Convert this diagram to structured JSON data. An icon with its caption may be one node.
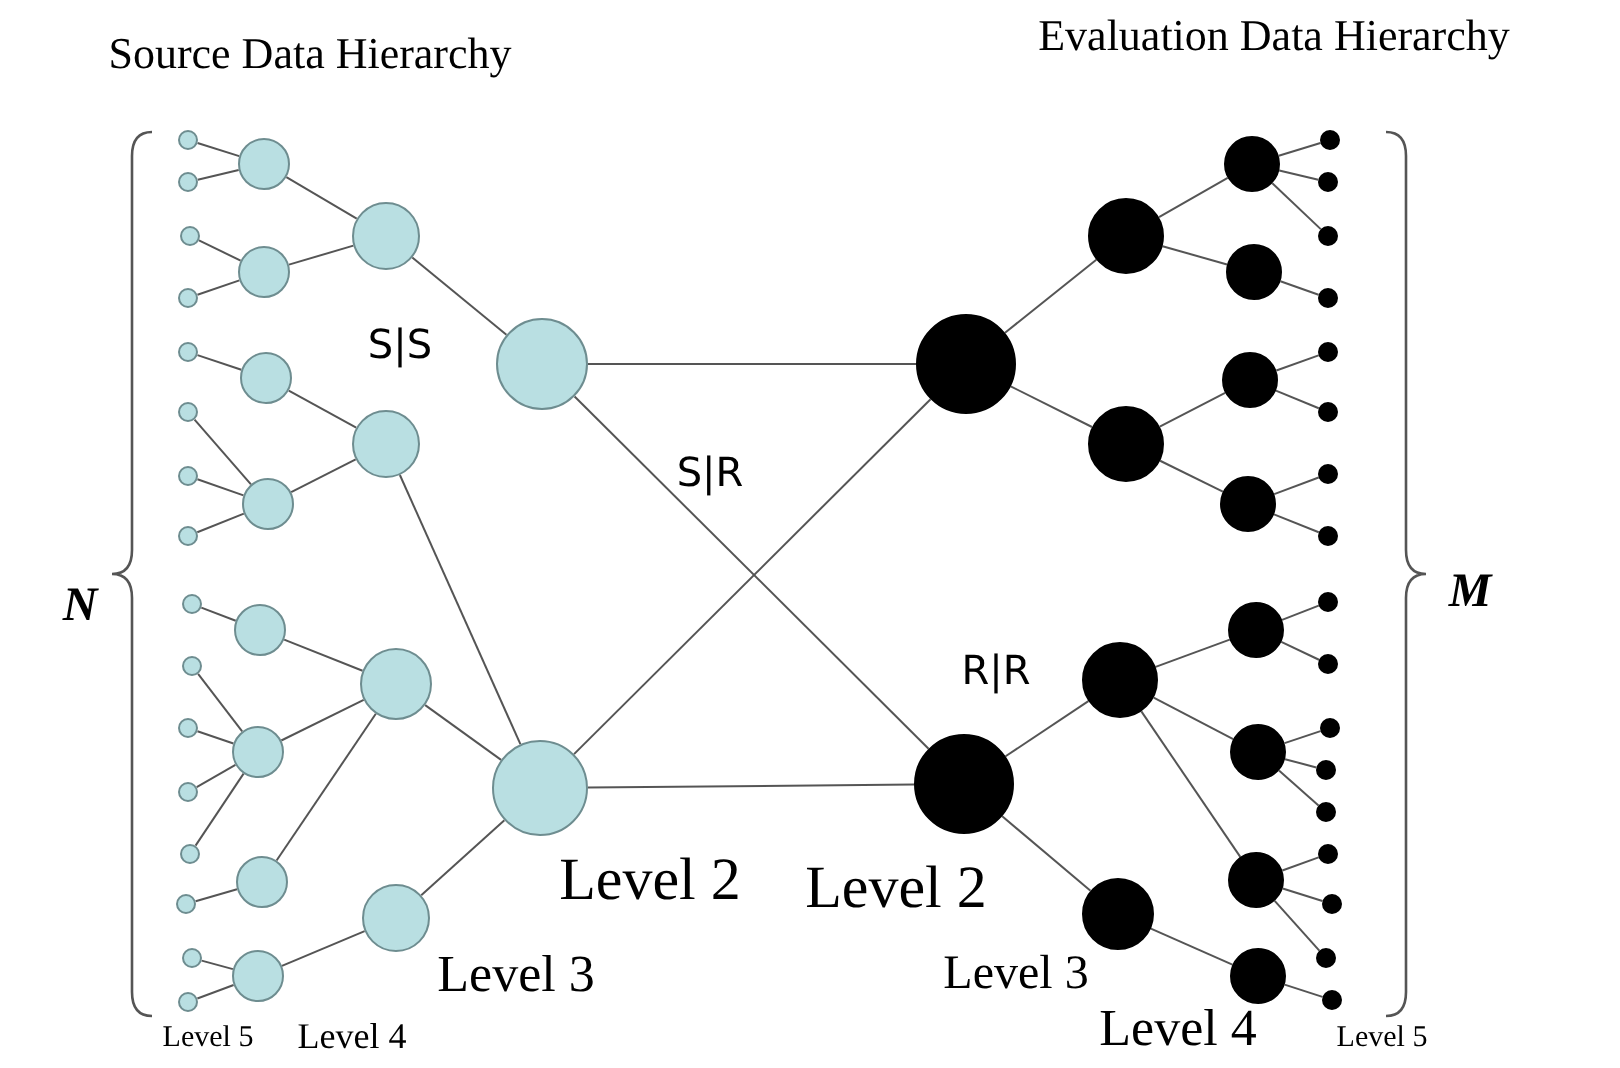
{
  "diagram": {
    "nodes": [
      {
        "text": [],
        "shape": "circle"
      },
      {
        "text": [],
        "shape": "circle"
      },
      {
        "text": [],
        "shape": "circle"
      },
      {
        "text": [],
        "shape": "circle"
      },
      {
        "text": [],
        "shape": "circle"
      },
      {
        "text": [],
        "shape": "circle"
      },
      {
        "text": [],
        "shape": "circle"
      },
      {
        "text": [],
        "shape": "circle"
      },
      {
        "text": [],
        "shape": "circle"
      },
      {
        "text": [],
        "shape": "circle"
      },
      {
        "text": [],
        "shape": "circle"
      },
      {
        "text": [],
        "shape": "circle"
      },
      {
        "text": [],
        "shape": "circle"
      },
      {
        "text": [],
        "shape": "circle"
      },
      {
        "text": [],
        "shape": "circle"
      },
      {
        "text": [],
        "shape": "circle"
      },
      {
        "text": [],
        "shape": "circle"
      },
      {
        "text": [],
        "shape": "circle"
      },
      {
        "text": [],
        "shape": "circle"
      },
      {
        "text": [],
        "shape": "circle"
      },
      {
        "text": [],
        "shape": "circle"
      },
      {
        "text": [],
        "shape": "circle"
      },
      {
        "text": [],
        "shape": "circle"
      },
      {
        "text": [],
        "shape": "circle"
      },
      {
        "text": [],
        "shape": "circle"
      },
      {
        "text": [],
        "shape": "circle"
      },
      {
        "text": [],
        "shape": "circle"
      },
      {
        "text": [],
        "shape": "circle"
      },
      {
        "text": [],
        "shape": "circle"
      },
      {
        "text": [],
        "shape": "circle"
      },
      {
        "text": [],
        "shape": "circle"
      },
      {
        "text": [],
        "shape": "circle"
      },
      {
        "text": [],
        "shape": "circle"
      },
      {
        "text": [],
        "shape": "circle"
      },
      {
        "text": [],
        "shape": "circle"
      },
      {
        "text": [],
        "shape": "circle"
      },
      {
        "text": [],
        "shape": "circle"
      },
      {
        "text": [],
        "shape": "circle"
      },
      {
        "text": [],
        "shape": "circle"
      },
      {
        "text": [],
        "shape": "circle"
      },
      {
        "text": [],
        "shape": "circle"
      },
      {
        "text": [],
        "shape": "circle"
      },
      {
        "text": [],
        "shape": "circle"
      },
      {
        "text": [],
        "shape": "circle"
      },
      {
        "text": [],
        "shape": "circle"
      },
      {
        "text": [],
        "shape": "circle"
      },
      {
        "text": [],
        "shape": "circle"
      },
      {
        "text": [],
        "shape": "circle"
      },
      {
        "text": [],
        "shape": "circle"
      },
      {
        "text": [],
        "shape": "circle"
      },
      {
        "text": [],
        "shape": "circle"
      },
      {
        "text": [],
        "shape": "circle"
      },
      {
        "text": [],
        "shape": "circle"
      },
      {
        "text": [],
        "shape": "circle"
      },
      {
        "text": [],
        "shape": "circle"
      },
      {
        "text": [],
        "shape": "circle"
      },
      {
        "text": [],
        "shape": "circle"
      },
      {
        "text": [],
        "shape": "circle"
      },
      {
        "text": [],
        "shape": "circle"
      },
      {
        "text": [],
        "shape": "circle"
      },
      {
        "text": [],
        "shape": "circle"
      }
    ],
    "edges": [
      {
        "from": 0,
        "to": 30,
        "arrow": "none"
      },
      {
        "from": 0,
        "to": 31,
        "arrow": "none"
      },
      {
        "from": 1,
        "to": 30,
        "arrow": "none"
      },
      {
        "from": 1,
        "to": 31,
        "arrow": "none"
      },
      {
        "from": 0,
        "to": 2,
        "arrow": "none"
      },
      {
        "from": 1,
        "to": 3,
        "arrow": "none"
      },
      {
        "from": 1,
        "to": 4,
        "arrow": "none"
      },
      {
        "from": 1,
        "to": 5,
        "arrow": "none"
      },
      {
        "from": 2,
        "to": 6,
        "arrow": "none"
      },
      {
        "from": 2,
        "to": 7,
        "arrow": "none"
      },
      {
        "from": 3,
        "to": 8,
        "arrow": "none"
      },
      {
        "from": 3,
        "to": 9,
        "arrow": "none"
      },
      {
        "from": 4,
        "to": 10,
        "arrow": "none"
      },
      {
        "from": 4,
        "to": 11,
        "arrow": "none"
      },
      {
        "from": 4,
        "to": 12,
        "arrow": "none"
      },
      {
        "from": 5,
        "to": 13,
        "arrow": "none"
      },
      {
        "from": 6,
        "to": 14,
        "arrow": "none"
      },
      {
        "from": 6,
        "to": 15,
        "arrow": "none"
      },
      {
        "from": 7,
        "to": 16,
        "arrow": "none"
      },
      {
        "from": 7,
        "to": 17,
        "arrow": "none"
      },
      {
        "from": 8,
        "to": 18,
        "arrow": "none"
      },
      {
        "from": 9,
        "to": 19,
        "arrow": "none"
      },
      {
        "from": 9,
        "to": 20,
        "arrow": "none"
      },
      {
        "from": 9,
        "to": 21,
        "arrow": "none"
      },
      {
        "from": 10,
        "to": 22,
        "arrow": "none"
      },
      {
        "from": 11,
        "to": 23,
        "arrow": "none"
      },
      {
        "from": 11,
        "to": 24,
        "arrow": "none"
      },
      {
        "from": 11,
        "to": 25,
        "arrow": "none"
      },
      {
        "from": 11,
        "to": 26,
        "arrow": "none"
      },
      {
        "from": 12,
        "to": 27,
        "arrow": "none"
      },
      {
        "from": 13,
        "to": 28,
        "arrow": "none"
      },
      {
        "from": 13,
        "to": 29,
        "arrow": "none"
      },
      {
        "from": 30,
        "to": 32,
        "arrow": "none"
      },
      {
        "from": 30,
        "to": 33,
        "arrow": "none"
      },
      {
        "from": 31,
        "to": 34,
        "arrow": "none"
      },
      {
        "from": 31,
        "to": 35,
        "arrow": "none"
      },
      {
        "from": 32,
        "to": 36,
        "arrow": "none"
      },
      {
        "from": 32,
        "to": 37,
        "arrow": "none"
      },
      {
        "from": 33,
        "to": 38,
        "arrow": "none"
      },
      {
        "from": 33,
        "to": 39,
        "arrow": "none"
      },
      {
        "from": 34,
        "to": 40,
        "arrow": "none"
      },
      {
        "from": 34,
        "to": 41,
        "arrow": "none"
      },
      {
        "from": 34,
        "to": 42,
        "arrow": "none"
      },
      {
        "from": 35,
        "to": 43,
        "arrow": "none"
      },
      {
        "from": 36,
        "to": 44,
        "arrow": "none"
      },
      {
        "from": 36,
        "to": 45,
        "arrow": "none"
      },
      {
        "from": 36,
        "to": 46,
        "arrow": "none"
      },
      {
        "from": 37,
        "to": 47,
        "arrow": "none"
      },
      {
        "from": 38,
        "to": 48,
        "arrow": "none"
      },
      {
        "from": 38,
        "to": 49,
        "arrow": "none"
      },
      {
        "from": 39,
        "to": 50,
        "arrow": "none"
      },
      {
        "from": 39,
        "to": 51,
        "arrow": "none"
      },
      {
        "from": 40,
        "to": 52,
        "arrow": "none"
      },
      {
        "from": 40,
        "to": 53,
        "arrow": "none"
      },
      {
        "from": 41,
        "to": 54,
        "arrow": "none"
      },
      {
        "from": 41,
        "to": 55,
        "arrow": "none"
      },
      {
        "from": 41,
        "to": 56,
        "arrow": "none"
      },
      {
        "from": 42,
        "to": 57,
        "arrow": "none"
      },
      {
        "from": 42,
        "to": 58,
        "arrow": "none"
      },
      {
        "from": 42,
        "to": 59,
        "arrow": "none"
      },
      {
        "from": 43,
        "to": 60,
        "arrow": "none"
      }
    ],
    "labels": [
      "Source Data Hierarchy",
      "Evaluation Data Hierarchy",
      "S|S",
      "S|R",
      "N",
      "M",
      "R|R",
      "Level 2",
      "Level 2",
      "Level 3",
      "Level 3",
      "Level 4",
      "Level 5",
      "Level 4",
      "Level 5"
    ]
  }
}
